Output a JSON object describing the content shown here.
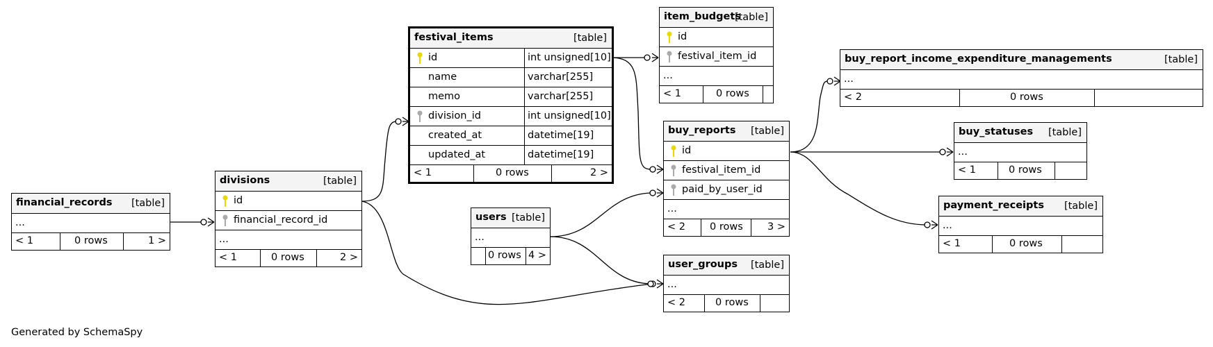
{
  "footer_text": "Generated by SchemaSpy",
  "colors": {
    "primary_key": "#e6d800",
    "foreign_key": "#aaaaaa",
    "header_bg": "#f4f4f4"
  },
  "tables": {
    "financial_records": {
      "name": "financial_records",
      "kind": "[table]",
      "rows": [
        "..."
      ],
      "footer": [
        "< 1",
        "0 rows",
        "1 >"
      ]
    },
    "divisions": {
      "name": "divisions",
      "kind": "[table]",
      "columns": [
        {
          "name": "id",
          "key": "primary"
        },
        {
          "name": "financial_record_id",
          "key": "foreign"
        }
      ],
      "rows": [
        "..."
      ],
      "footer": [
        "< 1",
        "0 rows",
        "2 >"
      ]
    },
    "festival_items": {
      "name": "festival_items",
      "kind": "[table]",
      "columns": [
        {
          "name": "id",
          "type": "int unsigned[10]",
          "key": "primary"
        },
        {
          "name": "name",
          "type": "varchar[255]",
          "key": ""
        },
        {
          "name": "memo",
          "type": "varchar[255]",
          "key": ""
        },
        {
          "name": "division_id",
          "type": "int unsigned[10]",
          "key": "foreign"
        },
        {
          "name": "created_at",
          "type": "datetime[19]",
          "key": ""
        },
        {
          "name": "updated_at",
          "type": "datetime[19]",
          "key": ""
        }
      ],
      "footer": [
        "< 1",
        "0 rows",
        "2 >"
      ]
    },
    "users": {
      "name": "users",
      "kind": "[table]",
      "rows": [
        "..."
      ],
      "footer": [
        "",
        "0 rows",
        "4 >"
      ]
    },
    "item_budgets": {
      "name": "item_budgets",
      "kind": "[table]",
      "columns": [
        {
          "name": "id",
          "key": "primary"
        },
        {
          "name": "festival_item_id",
          "key": "foreign"
        }
      ],
      "rows": [
        "..."
      ],
      "footer": [
        "< 1",
        "0 rows",
        ""
      ]
    },
    "buy_reports": {
      "name": "buy_reports",
      "kind": "[table]",
      "columns": [
        {
          "name": "id",
          "key": "primary"
        },
        {
          "name": "festival_item_id",
          "key": "foreign"
        },
        {
          "name": "paid_by_user_id",
          "key": "foreign"
        }
      ],
      "rows": [
        "..."
      ],
      "footer": [
        "< 2",
        "0 rows",
        "3 >"
      ]
    },
    "user_groups": {
      "name": "user_groups",
      "kind": "[table]",
      "rows": [
        "..."
      ],
      "footer": [
        "< 2",
        "0 rows",
        ""
      ]
    },
    "buy_report_income_expenditure_managements": {
      "name": "buy_report_income_expenditure_managements",
      "kind": "[table]",
      "rows": [
        "..."
      ],
      "footer": [
        "< 2",
        "0 rows",
        ""
      ]
    },
    "buy_statuses": {
      "name": "buy_statuses",
      "kind": "[table]",
      "rows": [
        "..."
      ],
      "footer": [
        "< 1",
        "0 rows",
        ""
      ]
    },
    "payment_receipts": {
      "name": "payment_receipts",
      "kind": "[table]",
      "rows": [
        "..."
      ],
      "footer": [
        "< 1",
        "0 rows",
        ""
      ]
    }
  }
}
